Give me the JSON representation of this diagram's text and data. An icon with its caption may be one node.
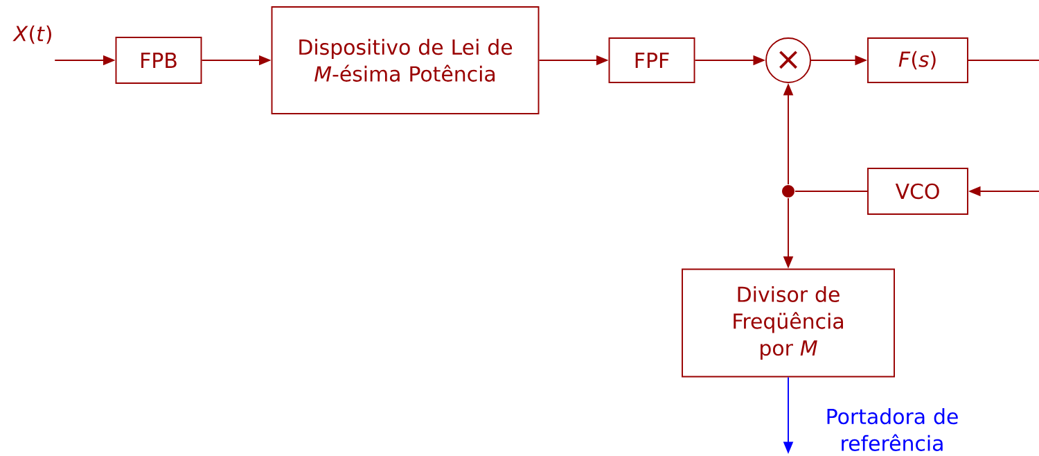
{
  "diagram": {
    "nodes": [
      {
        "text": [
          "*X*(*t*)"
        ]
      },
      {
        "text": [
          "FPB"
        ]
      },
      {
        "text": [
          "Dispositivo de Lei de *M*-ésima Potência"
        ]
      },
      {
        "text": [
          "FPF"
        ]
      },
      {
        "text": [
          "×"
        ]
      },
      {
        "text": [
          "*F*(*s*)"
        ]
      },
      {
        "text": [
          "VCO"
        ]
      },
      {
        "text": [],
        "shape": "circle"
      },
      {
        "text": [
          "Divisor de Freqüência por *M*"
        ]
      }
    ],
    "edges": [
      {
        "from": 0,
        "to": 1,
        "arrow": "to"
      },
      {
        "from": 1,
        "to": 2,
        "arrow": "to"
      },
      {
        "from": 2,
        "to": 3,
        "arrow": "to"
      },
      {
        "from": 3,
        "to": 4,
        "arrow": "to"
      },
      {
        "from": 4,
        "to": 5,
        "arrow": "to"
      },
      {
        "from": 5,
        "to": null,
        "arrow": "none"
      },
      {
        "from": null,
        "to": 6,
        "arrow": "to"
      },
      {
        "from": 6,
        "to": 7,
        "arrow": "none"
      },
      {
        "from": 7,
        "to": 4,
        "arrow": "to"
      },
      {
        "from": 7,
        "to": 8,
        "arrow": "to"
      },
      {
        "from": 8,
        "to": null,
        "arrow": "to",
        "label": "Portadora de referência",
        "color": "#0000ff"
      }
    ]
  }
}
